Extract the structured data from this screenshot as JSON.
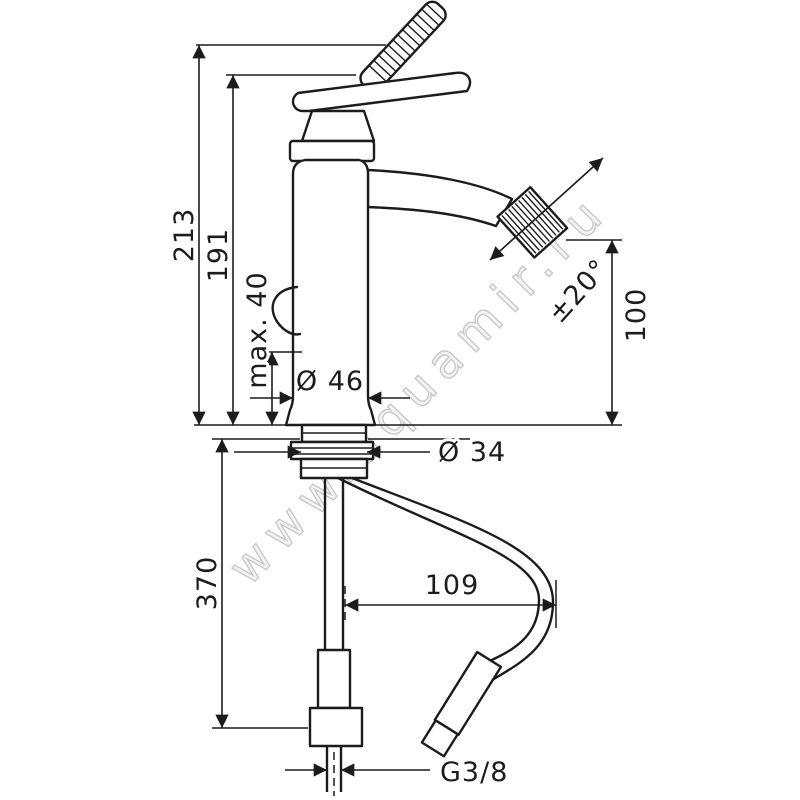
{
  "page": {
    "background": "#ffffff",
    "ink_color": "#1c1c1c",
    "watermark_color": "#c6c6c6"
  },
  "watermark": {
    "text": "www.aquamir.ru"
  },
  "drawing": {
    "type": "technical-dimension-drawing",
    "subject": "single-lever bidet mixer faucet, side view with installation dimensions",
    "dims": {
      "total_height": "213",
      "body_height": "191",
      "max_thickness": "max. 40",
      "body_diameter": "Ø 46",
      "shaft_diameter": "Ø 34",
      "below_deck_length": "370",
      "hose_offset": "109",
      "spout_height": "100",
      "swivel_angle": "±20°",
      "thread": "G3/8"
    }
  }
}
